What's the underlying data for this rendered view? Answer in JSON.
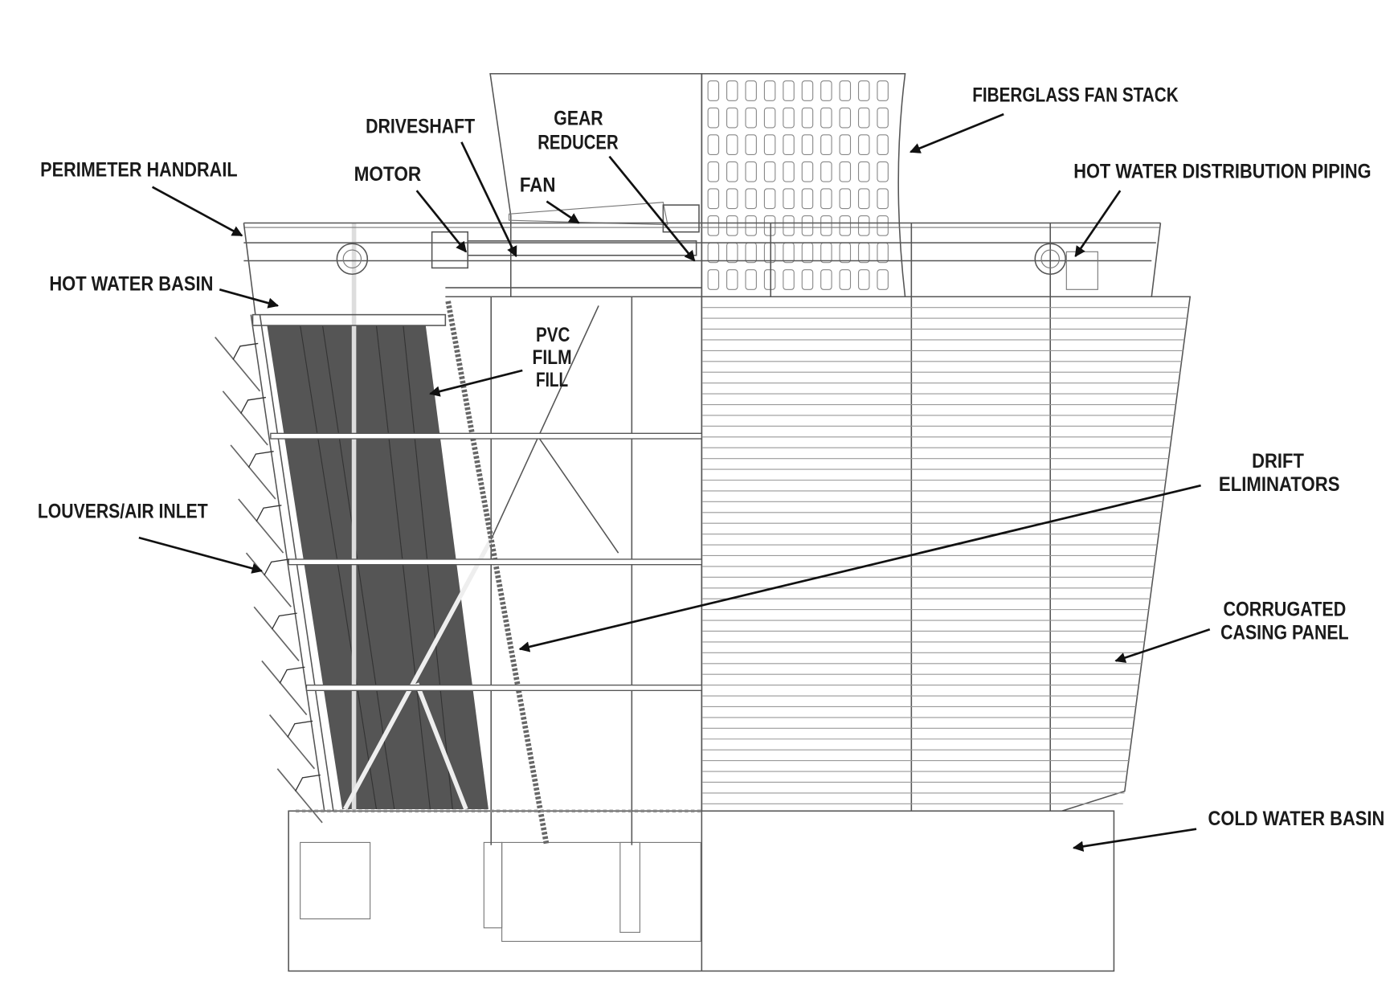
{
  "title": "Cooling tower components",
  "colors": {
    "fill_media": "#555555",
    "line": "#555555",
    "label": "#1a1a1a"
  },
  "labels": {
    "fiberglass_fan_stack": "FIBERGLASS FAN STACK",
    "hot_water_distribution_piping": "HOT WATER DISTRIBUTION PIPING",
    "gear_reducer_1": "GEAR",
    "gear_reducer_2": "REDUCER",
    "driveshaft": "DRIVESHAFT",
    "motor": "MOTOR",
    "fan": "FAN",
    "perimeter_handrail": "PERIMETER HANDRAIL",
    "hot_water_basin": "HOT WATER BASIN",
    "pvc_1": "PVC",
    "pvc_2": "FILM",
    "pvc_3": "FILL",
    "louvers_air_inlet": "LOUVERS/AIR INLET",
    "drift_1": "DRIFT",
    "drift_2": "ELIMINATORS",
    "casing_1": "CORRUGATED",
    "casing_2": "CASING PANEL",
    "cold_water_basin": "COLD WATER BASIN"
  }
}
